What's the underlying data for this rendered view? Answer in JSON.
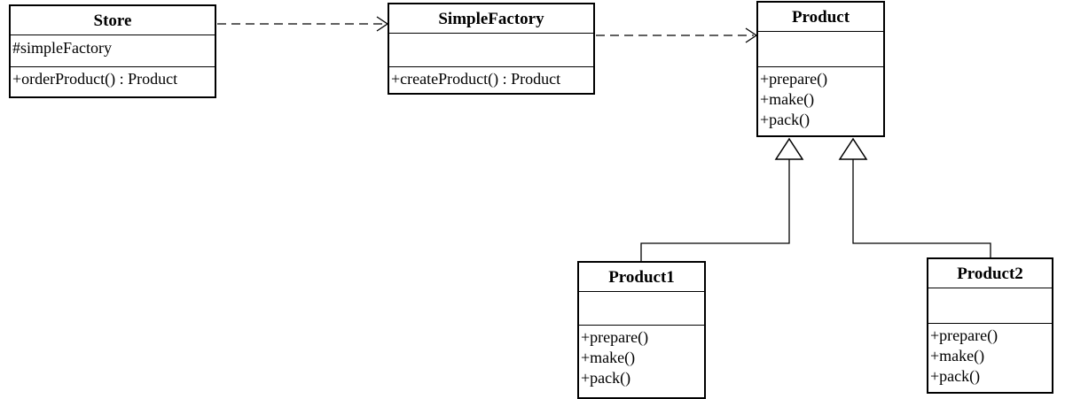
{
  "classes": {
    "store": {
      "name": "Store",
      "attributes": [
        "#simpleFactory"
      ],
      "operations": [
        "+orderProduct() : Product"
      ]
    },
    "simple_factory": {
      "name": "SimpleFactory",
      "attributes": [],
      "operations": [
        "+createProduct() : Product"
      ]
    },
    "product": {
      "name": "Product",
      "attributes": [],
      "operations": [
        "+prepare()",
        "+make()",
        "+pack()"
      ]
    },
    "product1": {
      "name": "Product1",
      "attributes": [],
      "operations": [
        "+prepare()",
        "+make()",
        "+pack()"
      ]
    },
    "product2": {
      "name": "Product2",
      "attributes": [],
      "operations": [
        "+prepare()",
        "+make()",
        "+pack()"
      ]
    }
  },
  "relations": [
    {
      "type": "dependency",
      "from": "Store",
      "to": "SimpleFactory"
    },
    {
      "type": "dependency",
      "from": "SimpleFactory",
      "to": "Product"
    },
    {
      "type": "generalization",
      "from": "Product1",
      "to": "Product"
    },
    {
      "type": "generalization",
      "from": "Product2",
      "to": "Product"
    }
  ],
  "colors": {
    "line": "#000000",
    "background": "#ffffff"
  }
}
